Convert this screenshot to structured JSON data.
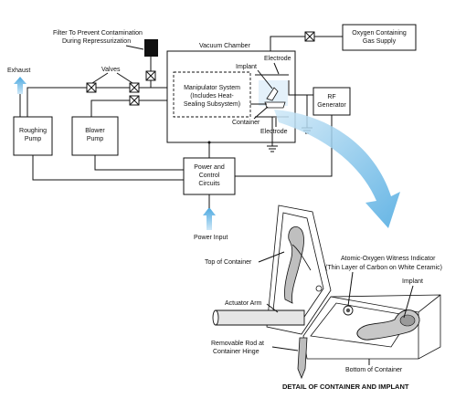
{
  "labels": {
    "filter": [
      "Filter To Prevent Contamination",
      "During Repressurization"
    ],
    "vacuum_chamber": "Vacuum Chamber",
    "oxygen_supply": [
      "Oxygen Containing",
      "Gas Supply"
    ],
    "exhaust": "Exhaust",
    "valves": "Valves",
    "electrode_top": "Electrode",
    "implant_top": "Implant",
    "manipulator": [
      "Manipulator System",
      "(Includes Heat-",
      "Sealing Subsystem)"
    ],
    "rf_generator": [
      "RF",
      "Generator"
    ],
    "container_top": "Container",
    "electrode_bottom": "Electrode",
    "roughing_pump": [
      "Roughing",
      "Pump"
    ],
    "blower_pump": [
      "Blower",
      "Pump"
    ],
    "power_control": [
      "Power and",
      "Control",
      "Circuits"
    ],
    "power_input": "Power Input",
    "top_of_container": "Top of Container",
    "witness_indicator": [
      "Atomic-Oxygen Witness Indicator",
      "(Thin Layer of Carbon on White Ceramic)"
    ],
    "implant_detail": "Implant",
    "actuator_arm": "Actuator Arm",
    "removable_rod": [
      "Removable Rod at",
      "Container Hinge"
    ],
    "bottom_of_container": "Bottom of Container",
    "detail_caption": "DETAIL OF CONTAINER AND IMPLANT"
  },
  "colors": {
    "arrow_blue": "#4aa8e0",
    "arrow_blue_light": "#cfe8f7",
    "ink": "#111111",
    "shade": "#d9d9d9"
  }
}
